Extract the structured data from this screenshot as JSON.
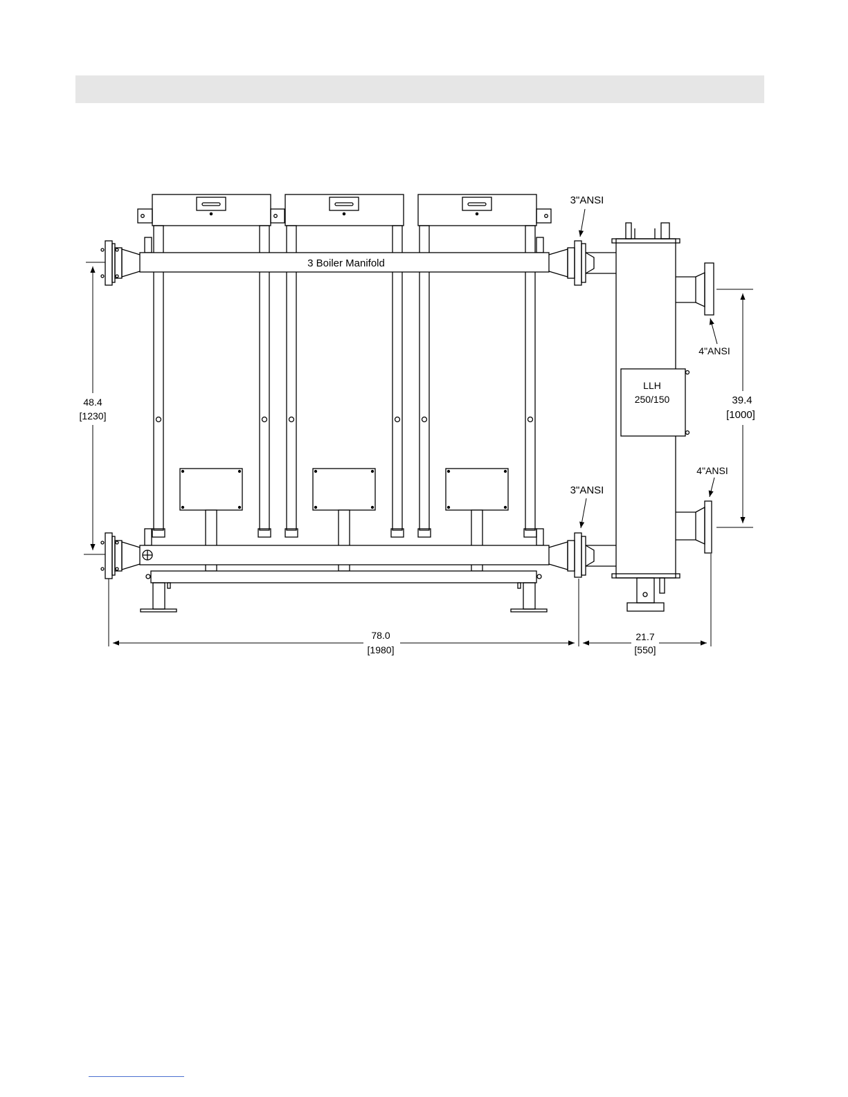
{
  "drawing": {
    "manifold_label": "3 Boiler Manifold",
    "hydraulic_separator": {
      "line1": "LLH",
      "line2": "250/150"
    },
    "connections": {
      "top_manifold_flange": "3\"ANSI",
      "bottom_manifold_flange": "3\"ANSI",
      "upper_system_flange": "4\"ANSI",
      "lower_system_flange": "4\"ANSI"
    },
    "dimensions": {
      "manifold_height": {
        "value": "48.4",
        "metric": "[1230]"
      },
      "separator_nozzle_spacing": {
        "value": "39.4",
        "metric": "[1000]"
      },
      "overall_width": {
        "value": "78.0",
        "metric": "[1980]"
      },
      "separator_depth": {
        "value": "21.7",
        "metric": "[550]"
      }
    }
  }
}
